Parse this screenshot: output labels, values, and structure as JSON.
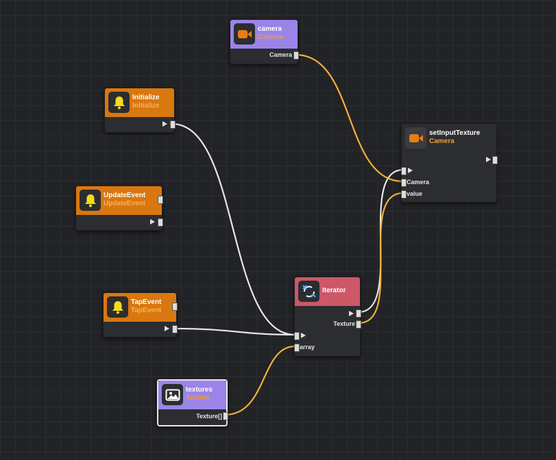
{
  "colors": {
    "background": "#222326",
    "grid": "#2c2d31",
    "event_header": "#d8780f",
    "object_header": "#9a84e8",
    "iterator_header": "#cc5868",
    "node_body": "#2b2d31",
    "flow_wire": "#e8e8e8",
    "data_wire": "#f2b33d"
  },
  "nodes": {
    "camera": {
      "title": "camera",
      "subtitle": "Camera",
      "icon": "camera-icon",
      "output_label": "Camera"
    },
    "initialize": {
      "title": "Initialize",
      "subtitle": "Initialize",
      "icon": "bell-icon"
    },
    "update_event": {
      "title": "UpdateEvent",
      "subtitle": "UpdateEvent",
      "icon": "bell-icon"
    },
    "tap_event": {
      "title": "TapEvent",
      "subtitle": "TapEvent",
      "icon": "bell-icon"
    },
    "set_input_texture": {
      "title": "setInputTexture",
      "subtitle": "Camera",
      "icon": "camera-icon",
      "input_camera": "Camera",
      "input_value": "value"
    },
    "iterator": {
      "title": "Iterator",
      "icon": "iterator-icon",
      "output_texture": "Texture",
      "input_array": "array"
    },
    "textures": {
      "title": "textures",
      "subtitle": "Texture",
      "icon": "image-icon",
      "output_label": "Texture[]"
    }
  }
}
